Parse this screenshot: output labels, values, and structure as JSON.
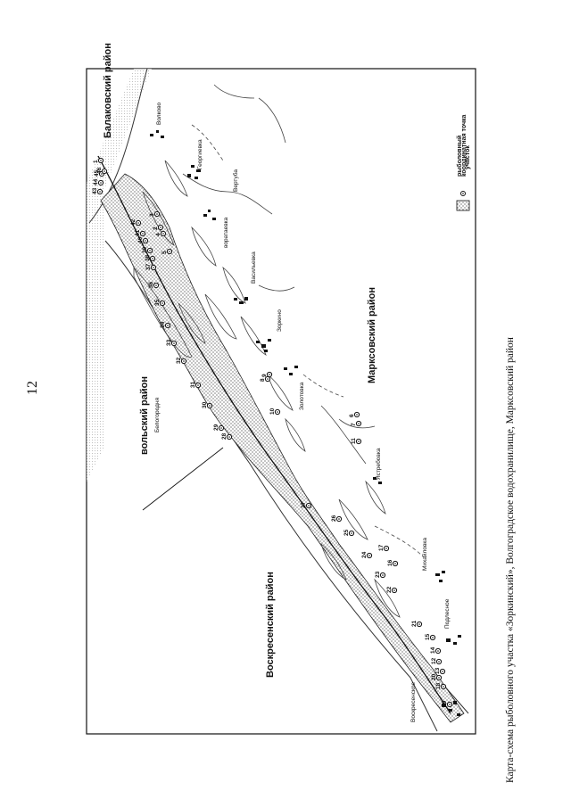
{
  "page_number": "12",
  "caption": "Карта-схема рыболовного участка «Зоркинский», Волгоградское водохранилище, Марксовский район",
  "map": {
    "districts": {
      "balakovsky": "Балаковский район",
      "volsky": "вольский район",
      "voskresensky": "Воскресенский район",
      "marksovsky": "Марксовский район"
    },
    "settlements": {
      "volkovo": "Волково",
      "georgievka": "Георгиевка",
      "vorataevka": "воратаевка",
      "vasilyevka": "Васильевка",
      "zorkino": "Зоркино",
      "zolotovka": "Золотовка",
      "belogorodnya": "Белогородня",
      "yastrebovka": "Ястребовка",
      "mikhaylovka": "Михайловка",
      "podlesnoe": "Подлесное",
      "voskresenskoe": "Воскресенское"
    },
    "river": "Вертуба",
    "legend": {
      "point": "координатная точка",
      "area_line1": "рыболовный",
      "area_line2": "участок"
    },
    "points": [
      "1",
      "2",
      "3",
      "4",
      "5",
      "6",
      "7",
      "8",
      "9",
      "10",
      "11",
      "12",
      "13",
      "14",
      "15",
      "16",
      "17",
      "18",
      "19",
      "20",
      "21",
      "22",
      "23",
      "24",
      "25",
      "26",
      "27",
      "28",
      "29",
      "30",
      "31",
      "32",
      "33",
      "34",
      "35",
      "36",
      "37",
      "38",
      "39",
      "40",
      "41",
      "42",
      "43",
      "44",
      "45",
      "46"
    ]
  }
}
